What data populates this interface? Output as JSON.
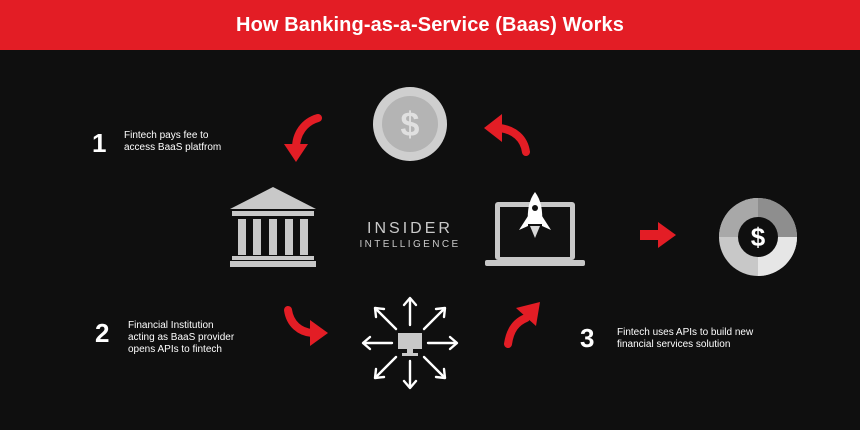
{
  "header": {
    "title": "How Banking-as-a-Service (Baas) Works"
  },
  "brand": {
    "line1": "INSIDER",
    "line2": "INTELLIGENCE"
  },
  "steps": [
    {
      "number": "1",
      "text": [
        "Fintech pays fee to",
        "access BaaS platfrom"
      ]
    },
    {
      "number": "2",
      "text": [
        "Financial Institution",
        "acting as BaaS provider",
        "opens APIs to fintech"
      ]
    },
    {
      "number": "3",
      "text": [
        "Fintech uses APIs to build new",
        "financial services solution"
      ]
    }
  ],
  "icons": {
    "coin": "dollar-coin-icon",
    "bank": "bank-building-icon",
    "laptop": "laptop-rocket-icon",
    "api": "api-network-icon",
    "result": "dollar-chart-icon"
  },
  "coin_symbol": "$",
  "colors": {
    "accent": "#e31d25",
    "background": "#0f0f0f",
    "icon_gray": "#c8c8c8"
  }
}
